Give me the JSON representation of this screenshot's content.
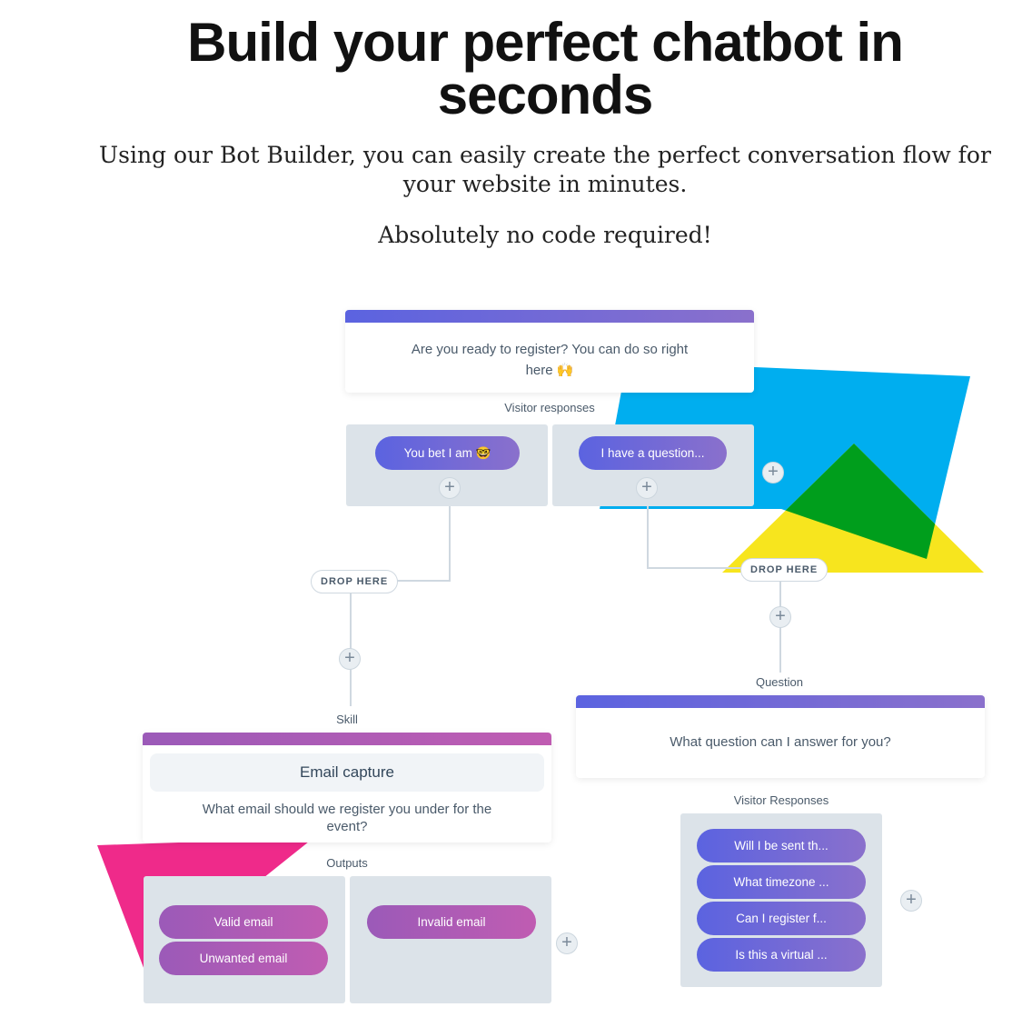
{
  "heading": "Build your perfect chatbot in seconds",
  "subheading": "Using our Bot Builder, you can easily create the perfect conversation flow for your website in minutes.",
  "tagline": "Absolutely no code required!",
  "colors": {
    "blue": "#00aeef",
    "yellow": "#f7e51e",
    "green": "#009e1c",
    "pink": "#ef2a8a",
    "accent": "#5b63e0"
  },
  "flow": {
    "message": "Are you ready to register? You can do so right here 🙌",
    "visitor_responses_label": "Visitor responses",
    "responses": [
      "You bet I am 🤓",
      "I have a question..."
    ],
    "drop_here": "DROP HERE",
    "skill_label": "Skill",
    "skill_title": "Email capture",
    "skill_text": "What email should we register you under for the event?",
    "outputs_label": "Outputs",
    "outputs": [
      "Valid email",
      "Unwanted email",
      "Invalid email"
    ],
    "question_label": "Question",
    "question_text": "What question can I answer for you?",
    "visitor_responses2_label": "Visitor Responses",
    "questions": [
      "Will I be sent th...",
      "What timezone ...",
      "Can I register f...",
      "Is this a virtual ..."
    ],
    "plus": "+"
  }
}
